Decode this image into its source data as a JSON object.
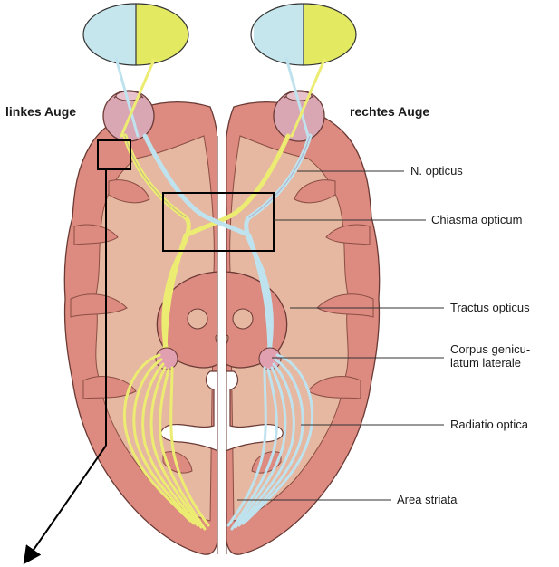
{
  "labels": {
    "left_eye": "linkes Auge",
    "right_eye": "rechtes Auge",
    "n_opticus": "N. opticus",
    "chiasma": "Chiasma opticum",
    "tractus": "Tractus opticus",
    "corpus": "Corpus genicu-\nlatum laterale",
    "radiatio": "Radiatio optica",
    "area": "Area striata"
  },
  "colors": {
    "cortex": "#dd8a80",
    "white_matter": "#e6b8a2",
    "outline": "#6a3a34",
    "left_visual_field": "#c6e6ee",
    "right_visual_field": "#e3ea62",
    "pathway_yellow": "#ecec72",
    "pathway_blue": "#bfe3ee",
    "nucleus": "#e0a0b0",
    "eye": "#d9a6b3"
  }
}
